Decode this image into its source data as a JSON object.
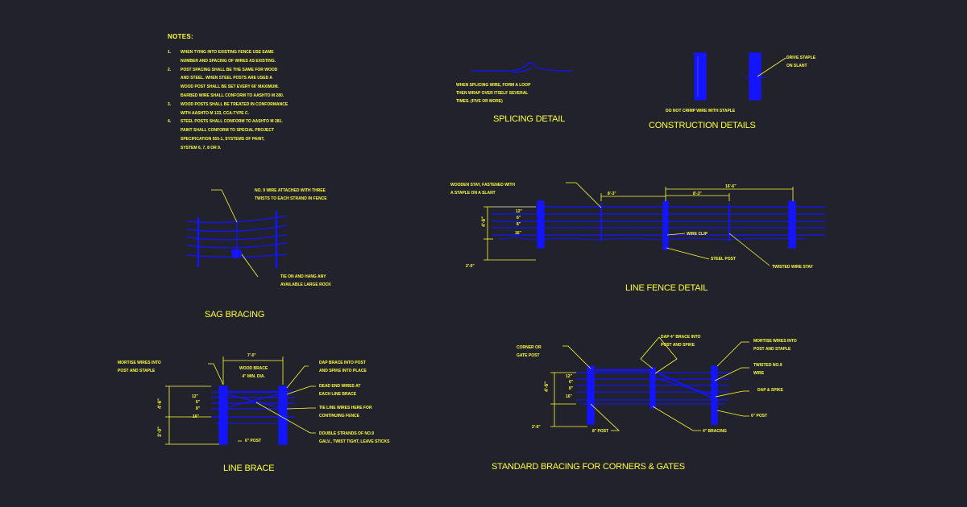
{
  "notes": {
    "title": "NOTES:",
    "items": [
      {
        "num": "1.",
        "lines": [
          "WHEN TYING INTO EXISTING FENCE USE SAME",
          "NUMBER AND SPACING OF WIRES AS EXISTING."
        ]
      },
      {
        "num": "2.",
        "lines": [
          "POST SPACING SHALL BE THE SAME FOR WOOD",
          "AND STEEL.  WHEN STEEL POSTS ARE USED A",
          "WOOD POST SHALL BE SET EVERY 66' MAXIMUM.",
          "BARBED WIRE SHALL CONFORM TO AASHTO M 280."
        ]
      },
      {
        "num": "3.",
        "lines": [
          "WOOD POSTS SHALL BE TREATED IN CONFORMANCE",
          "WITH AASHTO M 133, CCA-TYPE C."
        ]
      },
      {
        "num": "4.",
        "lines": [
          "STEEL POSTS SHALL CONFORM TO AASHTO M 281.",
          "PAINT SHALL CONFORM TO SPECIAL PROJECT",
          "SPECIFICATION 555-1, SYSTEMS OF PAINT,",
          "SYSTEM 6, 7, 8 OR 9."
        ]
      }
    ]
  },
  "splicing": {
    "title": "SPLICING DETAIL",
    "note": [
      "WHEN SPLICING WIRE, FORM A LOOP",
      "THEN WRAP OVER ITSELF SEVERAL",
      "TIMES.  (FIVE OR MORE)"
    ]
  },
  "construction": {
    "title": "CONSTRUCTION DETAILS",
    "staple_note": [
      "DRIVE STAPLE",
      "ON SLANT"
    ],
    "crimp_note": "DO NOT CRIMP WIRE WITH STAPLE"
  },
  "sag": {
    "title": "SAG BRACING",
    "top_note": [
      "NO. 9 WIRE ATTACHED WITH THREE",
      "TWISTS TO EACH STRAND IN FENCE"
    ],
    "bottom_note": [
      "TIE ON AND HANG ANY",
      "AVAILABLE LARGE ROCK"
    ]
  },
  "line_fence": {
    "title": "LINE FENCE DETAIL",
    "stay_note": [
      "WOODEN STAY, FASTENED WITH",
      "A STAPLE ON A SLANT"
    ],
    "dim_a": "8'-3\"",
    "dim_b": "8'-3\"",
    "dim_c": "16'-6\"",
    "height": "4'-6\"",
    "spacings": [
      "12\"",
      "6\"",
      "8\"",
      "16\""
    ],
    "depth": "2'-0\"",
    "wire_clip": "WIRE CLIP",
    "steel_post": "STEEL POST",
    "twisted_stay": "TWISTED WIRE STAY"
  },
  "line_brace": {
    "title": "LINE BRACE",
    "mortise_note": [
      "MORTISE WIRES INTO",
      "POST AND STAPLE"
    ],
    "width": "7'-0\"",
    "wood_brace": [
      "WOOD BRACE",
      "4\" MIN. DIA."
    ],
    "dap_note": [
      "DAP BRACE INTO POST",
      "AND SPIKE INTO PLACE"
    ],
    "dead_end": [
      "DEAD END WIRES AT",
      "EACH LINE BRACE"
    ],
    "tie_line": [
      "TIE LINE WIRES HERE FOR",
      "CONTINUING FENCE"
    ],
    "double_strand": [
      "DOUBLE STRANDS OF NO.9",
      "GALV., TWIST TIGHT, LEAVE STICKS"
    ],
    "height": "4'-6\"",
    "spacings": [
      "12\"",
      "6\"",
      "8\"",
      "16\""
    ],
    "depth": "3'-0\"",
    "post": "6\" POST"
  },
  "corners": {
    "title": "STANDARD BRACING FOR CORNERS & GATES",
    "corner_note": [
      "CORNER OR",
      "GATE POST"
    ],
    "dap_note": [
      "DAP 4\" BRACE INTO",
      "POST AND SPIKE"
    ],
    "mortise_note": [
      "MORTISE WIRES INTO",
      "POST AND STAPLE"
    ],
    "twisted": [
      "TWISTED NO.9",
      "WIRE"
    ],
    "dap_spike": "DAP & SPIKE",
    "post_right": "6\" POST",
    "post_left": "8\" POST",
    "bracing": "4\" BRACING",
    "height": "4'-6\"",
    "spacings": [
      "12\"",
      "6\"",
      "8\"",
      "16\""
    ],
    "depth": "2'-6\""
  },
  "colors": {
    "background": "#21222c",
    "annotation": "#ffff33",
    "geometry": "#1414ff"
  }
}
